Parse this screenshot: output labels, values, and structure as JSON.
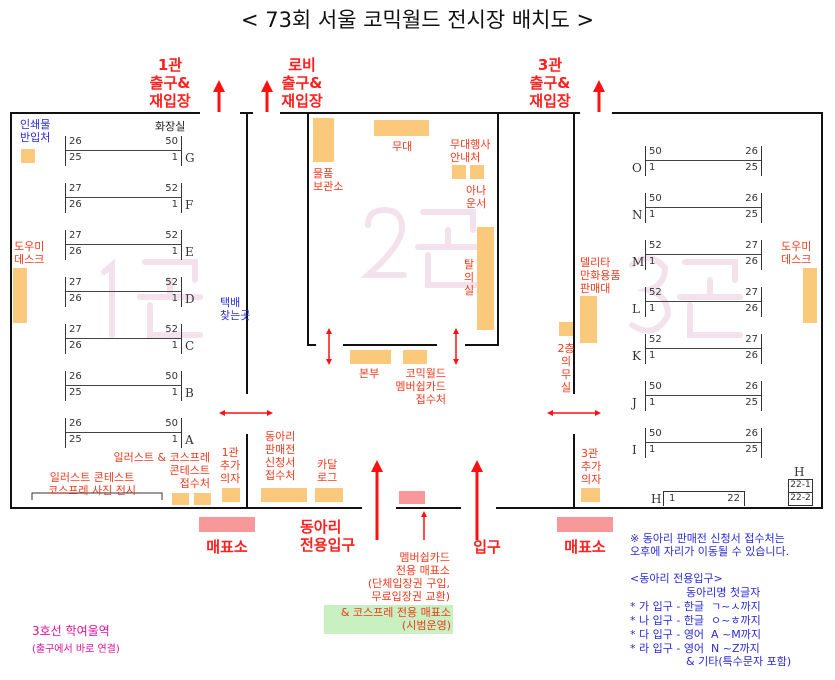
{
  "title": "< 73회 서울 코믹월드 전시장 배치도 >",
  "halls": {
    "hall1": "1관",
    "hall2": "2관",
    "hall3": "3관"
  },
  "exits": {
    "hall1_exit": "1관\n출구&\n재입장",
    "lobby_exit": "로비\n출구&\n재입장",
    "hall3_exit": "3관\n출구&\n재입장"
  },
  "hall1": {
    "print_loading": "인쇄물\n반입처",
    "restroom": "화장실",
    "helper_desk": "도우미\n데스크",
    "parcel": "택배\n찾는곳",
    "contest_reception": "일러스트 & 코스프레\n콘테스트\n접수처",
    "contest_display": "일러스트 콘테스트\n코스프레 사진 전시",
    "extra_chairs": "1관\n추가\n의자",
    "rows": [
      {
        "letter": "G",
        "tl": "26",
        "tr": "50",
        "bl": "25",
        "br": "1"
      },
      {
        "letter": "F",
        "tl": "27",
        "tr": "52",
        "bl": "26",
        "br": "1"
      },
      {
        "letter": "E",
        "tl": "27",
        "tr": "52",
        "bl": "26",
        "br": "1"
      },
      {
        "letter": "D",
        "tl": "27",
        "tr": "52",
        "bl": "26",
        "br": "1"
      },
      {
        "letter": "C",
        "tl": "27",
        "tr": "52",
        "bl": "26",
        "br": "1"
      },
      {
        "letter": "B",
        "tl": "26",
        "tr": "50",
        "bl": "25",
        "br": "1"
      },
      {
        "letter": "A",
        "tl": "26",
        "tr": "50",
        "bl": "25",
        "br": "1"
      }
    ]
  },
  "hall2": {
    "stage": "무대",
    "storage": "물품\n보관소",
    "stage_info": "무대행사\n안내처",
    "announcer": "아나\n운서",
    "dressing": "탈\n의\n실",
    "hq": "본부",
    "membership": "코믹월드\n멤버쉽카드\n접수처"
  },
  "lobby": {
    "club_application": "동아리\n판매전\n신청서\n접수처",
    "catalog": "카달\n로그",
    "delita": "델리타\n만화용품\n판매대",
    "dressing2": "2층\n의\n무\n실",
    "extra_chairs3": "3관\n추가\n의자"
  },
  "hall3": {
    "helper_desk": "도우미\n데스크",
    "h_label": "H",
    "h_left": "1",
    "h_right": "22",
    "h_box1": "22-1",
    "h_box2": "22-2",
    "rows": [
      {
        "letter": "O",
        "tl": "50",
        "tr": "26",
        "bl": "1",
        "br": "25"
      },
      {
        "letter": "N",
        "tl": "50",
        "tr": "26",
        "bl": "1",
        "br": "25"
      },
      {
        "letter": "M",
        "tl": "52",
        "tr": "27",
        "bl": "1",
        "br": "26"
      },
      {
        "letter": "L",
        "tl": "52",
        "tr": "27",
        "bl": "1",
        "br": "26"
      },
      {
        "letter": "K",
        "tl": "52",
        "tr": "27",
        "bl": "1",
        "br": "26"
      },
      {
        "letter": "J",
        "tl": "50",
        "tr": "26",
        "bl": "1",
        "br": "25"
      },
      {
        "letter": "I",
        "tl": "50",
        "tr": "26",
        "bl": "1",
        "br": "25"
      }
    ]
  },
  "bottom": {
    "ticket_left": "매표소",
    "club_entrance": "동아리\n전용입구",
    "entrance": "입구",
    "ticket_right": "매표소",
    "membership_ticket": "멤버쉽카드\n전용 매표소\n(단체입장권 구입,\n무료입장권 교환)",
    "cosplay_ticket": "& 코스프레 전용 매표소\n(시범운영)",
    "station": "3호선 학여울역",
    "station_sub": "(출구에서 바로 연결)"
  },
  "notes": {
    "notice": "※ 동아리 판매전 신청서 접수처는\n오후에 자리가 이동될 수 있습니다.",
    "club_title": "<동아리 전용입구>",
    "club_sub": "동아리명 첫글자",
    "lines": [
      "* 가 입구 - 한글  ㄱ~ㅅ까지",
      "* 나 입구 - 한글  ㅇ~ㅎ까지",
      "* 다 입구 - 영어  A ~M까지",
      "* 라 입구 - 영어  N ~Z까지"
    ],
    "etc": "& 기타(특수문자 포함)"
  }
}
